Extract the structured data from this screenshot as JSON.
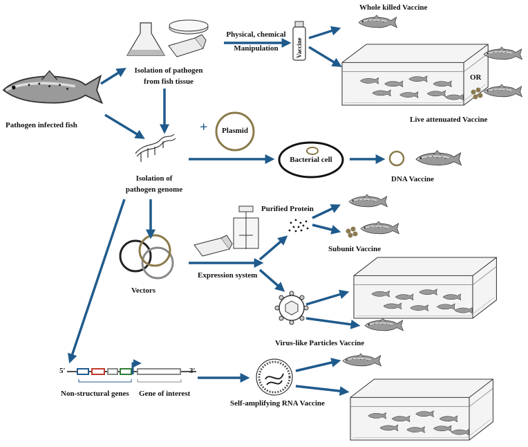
{
  "labels": {
    "pathogen_infected_fish": "Pathogen infected fish",
    "isolation_pathogen_line1": "Isolation of pathogen",
    "isolation_pathogen_line2": "from fish tissue",
    "physical_chemical": "Physical, chemical",
    "manipulation": "Manipulation",
    "vaccine_bottle": "Vaccine",
    "whole_killed": "Whole killed Vaccine",
    "or": "OR",
    "live_attenuated": "Live attenuated Vaccine",
    "plus": "+",
    "plasmid": "Plasmid",
    "bacterial_cell": "Bacterial cell",
    "dna_vaccine": "DNA Vaccine",
    "isolation_genome_line1": "Isolation of",
    "isolation_genome_line2": "pathogen genome",
    "purified_protein": "Purified Protein",
    "subunit_vaccine": "Subunit Vaccine",
    "vectors": "Vectors",
    "expression_system": "Expression system",
    "vlp_vaccine": "Virus-like Particles Vaccine",
    "five_prime": "5′",
    "three_prime": "3′",
    "non_structural": "Non-structural genes",
    "gene_of_interest": "Gene of interest",
    "sarna_vaccine": "Self-amplifying RNA Vaccine"
  },
  "colors": {
    "arrow": "#1f5a8c",
    "plasmid_ring": "#8a7a4a",
    "adjuvant": "#8b7a50",
    "fish_body": "#8c8c8c",
    "outline": "#222222"
  }
}
